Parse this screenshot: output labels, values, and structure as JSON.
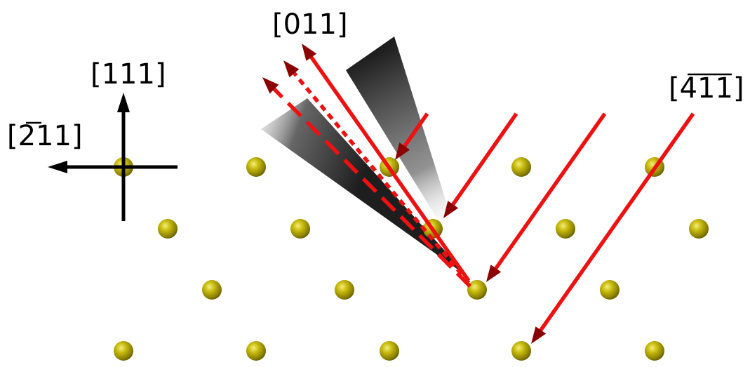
{
  "diagram": {
    "labels": {
      "dir_011": "[011]",
      "dir_111": "[111]",
      "dir_211_bar": "[̅211]",
      "dir_411_bar": "[̅411]"
    },
    "colors": {
      "beam": "#ee1111",
      "arrowhead": "#8b0000",
      "axes": "#000000",
      "atom_fill": "#b5a800",
      "atom_highlight": "#f4ee7a",
      "atom_shadow": "#5f5800",
      "cone_dark": "#2b2b2b"
    },
    "icons": [
      "gold-atom-sphere-icon",
      "axis-arrow-icon",
      "beam-arrow-icon"
    ]
  }
}
